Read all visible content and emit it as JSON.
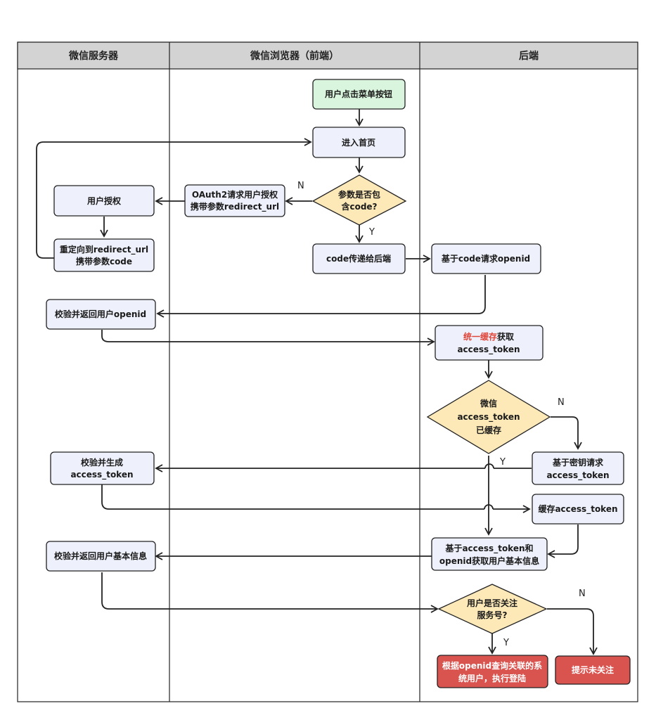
{
  "lanes": [
    "微信服务器",
    "微信浏览器（前端）",
    "后端"
  ],
  "nodes": {
    "click_menu": "用户点击菜单按钮",
    "enter_home": "进入首页",
    "has_code_1": "参数是否包",
    "has_code_2": "含code?",
    "oauth_1": "OAuth2请求用户授权",
    "oauth_2": "携带参数redirect_url",
    "user_auth": "用户授权",
    "redirect_1": "重定向到redirect_url",
    "redirect_2": "携带参数code",
    "code_to_backend": "code传递给后端",
    "req_openid": "基于code请求openid",
    "verify_openid": "校验并返回用户openid",
    "cache_red": "统一缓存",
    "cache_black": "获取",
    "cache_2": "access_token",
    "cached_1": "微信",
    "cached_2": "access_token",
    "cached_3": "已缓存",
    "secret_1": "基于密钥请求",
    "secret_2": "access_token",
    "gen_1": "校验并生成",
    "gen_2": "access_token",
    "store_token": "缓存access_token",
    "get_info_1": "基于access_token和",
    "get_info_2": "openid获取用户基本信息",
    "return_info": "校验并返回用户基本信息",
    "follow_1": "用户是否关注",
    "follow_2": "服务号?",
    "login_1": "根据openid查询关联的系",
    "login_2": "统用户，执行登陆",
    "not_follow": "提示未关注"
  },
  "labels": {
    "n": "N",
    "y": "Y"
  },
  "colors": {
    "lane_header": "#d3d3d3",
    "box_fill": "#eef1fb",
    "start_fill": "#d9f5de",
    "decision_fill": "#fde9b8",
    "terminal_fill": "#d9534f",
    "stroke": "#222222",
    "highlight_text": "#e0453a"
  }
}
